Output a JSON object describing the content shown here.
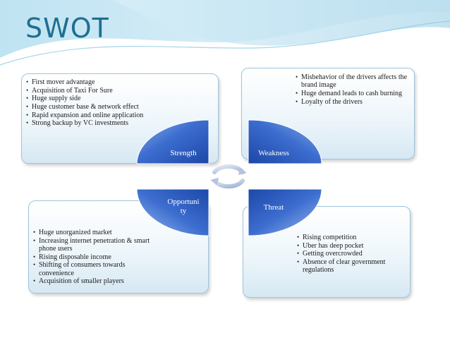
{
  "title": "SWOT",
  "quadrants": {
    "strength": {
      "label": "Strength",
      "items": [
        "First mover advantage",
        "Acquisition of Taxi For Sure",
        "Huge supply side",
        "Huge customer base & network effect",
        "Rapid expansion and online application",
        "Strong backup by VC investments"
      ]
    },
    "weakness": {
      "label": "Weakness",
      "items": [
        "Misbehavior of the drivers affects the brand image",
        "Huge demand leads to cash burning",
        "Loyalty of the drivers"
      ]
    },
    "opportunity": {
      "label_line1": "Opportuni",
      "label_line2": "ty",
      "items": [
        "Huge unorganized market",
        "Increasing internet penetration & smart phone users",
        "Rising disposable income",
        "Shifting of consumers towards convenience",
        "Acquisition of smaller players"
      ]
    },
    "threat": {
      "label": "Threat",
      "items": [
        "Rising competition",
        "Uber has deep pocket",
        "Getting overcrowded",
        "Absence of clear government regulations"
      ]
    }
  },
  "colors": {
    "title": "#1f6f91",
    "quadrant_light": "#7ea6e6",
    "quadrant_dark": "#1c47a8",
    "box_border": "#9fc4dc"
  }
}
